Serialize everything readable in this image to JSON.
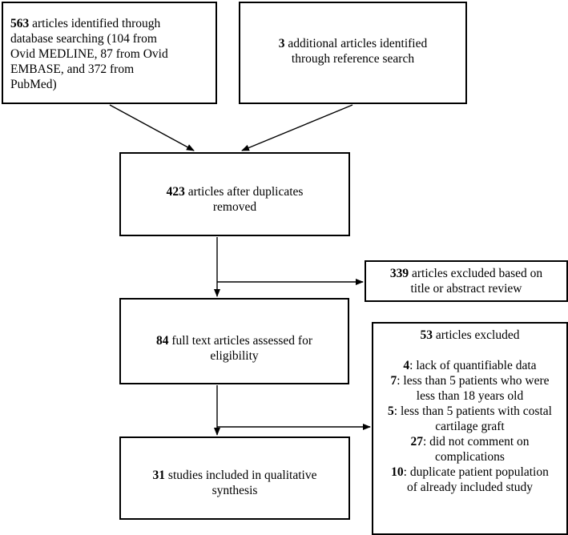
{
  "boxes": {
    "database": {
      "count": "563",
      "line1": " articles identified through",
      "line2": "database searching (104 from",
      "line3": "Ovid MEDLINE, 87 from Ovid",
      "line4": "EMBASE, and 372 from",
      "line5": "PubMed)"
    },
    "reference": {
      "count": "3",
      "line1": " additional articles identified",
      "line2": "through reference search"
    },
    "duplicates": {
      "count": "423",
      "line1": " articles after duplicates",
      "line2": "removed"
    },
    "excluded_title": {
      "count": "339",
      "line1": " articles excluded based on",
      "line2": "title or abstract review"
    },
    "full_text": {
      "count": "84",
      "line1": " full text articles assessed for",
      "line2": "eligibility"
    },
    "excluded_full": {
      "count": "53",
      "title": " articles excluded",
      "reasons": [
        {
          "count": "4",
          "line1": ": lack of quantifiable data",
          "line2": ""
        },
        {
          "count": "7",
          "line1": ": less than 5 patients who were",
          "line2": "less than 18 years old"
        },
        {
          "count": "5",
          "line1": ": less than 5 patients with costal",
          "line2": "cartilage graft"
        },
        {
          "count": "27",
          "line1": ": did not comment on",
          "line2": "complications"
        },
        {
          "count": "10",
          "line1": ": duplicate patient population",
          "line2": "of already included study"
        }
      ]
    },
    "included": {
      "count": "31",
      "line1": " studies included in qualitative",
      "line2": "synthesis"
    }
  }
}
